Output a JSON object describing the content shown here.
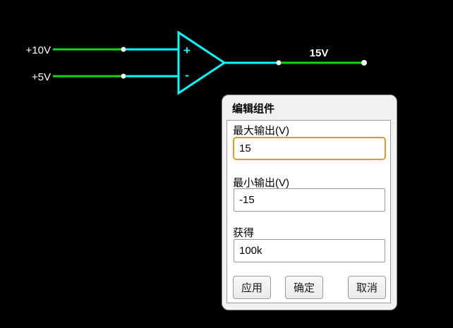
{
  "circuit": {
    "background": "#000000",
    "colors": {
      "wire_green": "#17d417",
      "selected_cyan": "#00ffff",
      "node_white": "#ffffff",
      "text_white": "#ffffff"
    },
    "labels": {
      "input_top": "+10V",
      "input_bottom": "+5V",
      "output": "15V",
      "opamp_plus": "+",
      "opamp_minus": "-"
    }
  },
  "dialog": {
    "title": "编辑组件",
    "fields": [
      {
        "label": "最大输出(V)",
        "value": "15"
      },
      {
        "label": "最小输出(V)",
        "value": "-15"
      },
      {
        "label": "获得",
        "value": "100k"
      }
    ],
    "buttons": {
      "apply": "应用",
      "ok": "确定",
      "cancel": "取消"
    },
    "focus_border": "#df9b23"
  }
}
